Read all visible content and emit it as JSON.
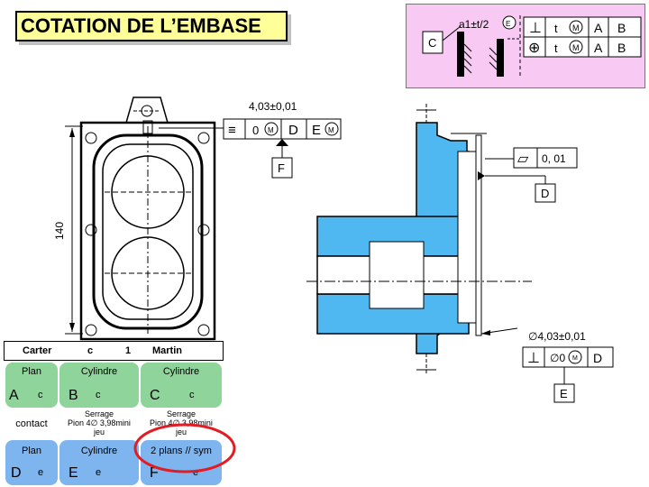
{
  "title": "COTATION DE L’EMBASE",
  "inset": {
    "datum_c": "C",
    "dim": "a1±t/2",
    "e_circle": "E",
    "row1": {
      "sym": "⊥",
      "tol": "t",
      "mod": "M",
      "d1": "A",
      "d2": "B"
    },
    "row2": {
      "sym": "⊕",
      "tol": "t",
      "mod": "M",
      "d1": "A",
      "d2": "B"
    }
  },
  "left_view": {
    "dim_top": "4,03±0,01",
    "fcf": {
      "sym": "≡",
      "tol": "0",
      "mod": "M",
      "d1": "D",
      "d2": "E",
      "d2mod": "M"
    },
    "datum_f": "F",
    "dim_height": "140"
  },
  "right_view": {
    "flatness": {
      "sym": "▱",
      "tol": "0, 01"
    },
    "datum_d": "D",
    "dim_bore": "∅4,03±0,01",
    "fcf": {
      "sym": "⊥",
      "tol": "∅0",
      "mod": "M",
      "d1": "D"
    },
    "datum_e": "E"
  },
  "table": {
    "header": {
      "name": "Carter",
      "c1": "c",
      "c2": "1",
      "c3": "Martin"
    },
    "top_row": [
      {
        "title": "Plan",
        "letter": "A",
        "sub": "c"
      },
      {
        "title": "Cylindre",
        "letter": "B",
        "sub": "c"
      },
      {
        "title": "Cylindre",
        "letter": "C",
        "sub": "c"
      }
    ],
    "middle_row": [
      {
        "text": "contact"
      },
      {
        "text": "Serrage\nPion 4∅ 3,98mini\njeu"
      },
      {
        "text": "Serrage\nPion 4∅ 3,98mini\njeu"
      }
    ],
    "bottom_row": [
      {
        "title": "Plan",
        "letter": "D",
        "sub": "e"
      },
      {
        "title": "Cylindre",
        "letter": "E",
        "sub": "e"
      },
      {
        "title": "2 plans // sym",
        "letter": "F",
        "sub": "e"
      }
    ]
  },
  "colors": {
    "cyan": "#4fb8f0",
    "pink": "#f7c9f3",
    "yellow": "#ffff99",
    "green": "#8fd49a",
    "blue": "#7fb5ef",
    "red": "#e31b23"
  }
}
